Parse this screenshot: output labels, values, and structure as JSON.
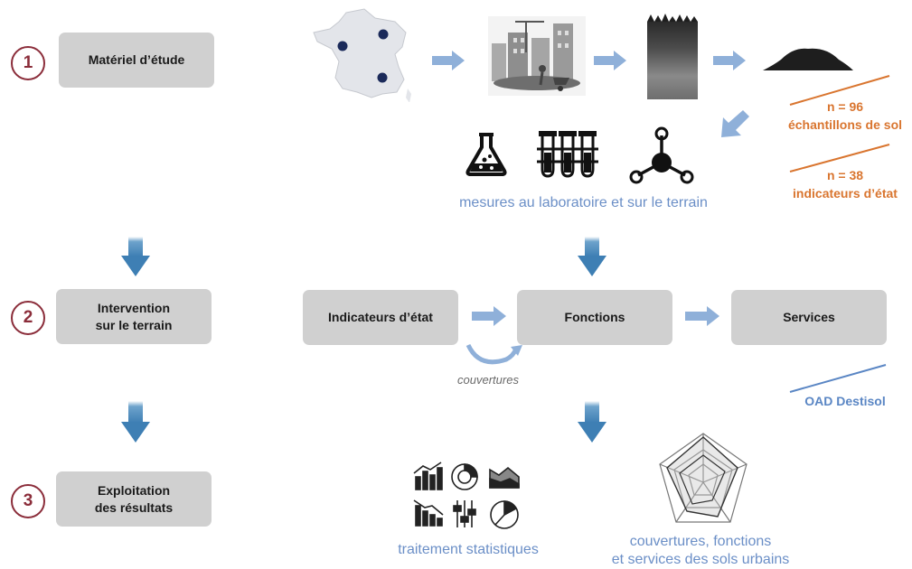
{
  "steps": [
    {
      "number": "1",
      "label": "Matériel  d’étude"
    },
    {
      "number": "2",
      "label": "Intervention\nsur le terrain"
    },
    {
      "number": "3",
      "label": "Exploitation\ndes résultats"
    }
  ],
  "flow_boxes": {
    "indicateurs": "Indicateurs  d’état",
    "fonctions": "Fonctions",
    "services": "Services"
  },
  "annotations": {
    "samples": "n = 96\néchantillons  de sol",
    "indicators": "n = 38\nindicateurs  d’état",
    "lab_measures": "mesures au laboratoire et sur le terrain",
    "coverages": "couvertures",
    "oad": "OAD Destisol",
    "stats": "traitement statistiques",
    "radar_caption": "couvertures, fonctions\net services des sols urbains"
  },
  "colors": {
    "step_circle": "#8b2d3a",
    "box_fill": "#d0d0d0",
    "arrow_light": "#8fb0d9",
    "arrow_dark": "#3e7fb4",
    "accent_blue_text": "#6b8fc7",
    "accent_orange": "#d9752f"
  },
  "icons": [
    "france-map-icon",
    "urban-site-icon",
    "soil-profile-icon",
    "soil-pile-icon",
    "flask-icon",
    "test-tubes-icon",
    "molecule-icon",
    "statistics-icons",
    "radar-chart-icon"
  ]
}
